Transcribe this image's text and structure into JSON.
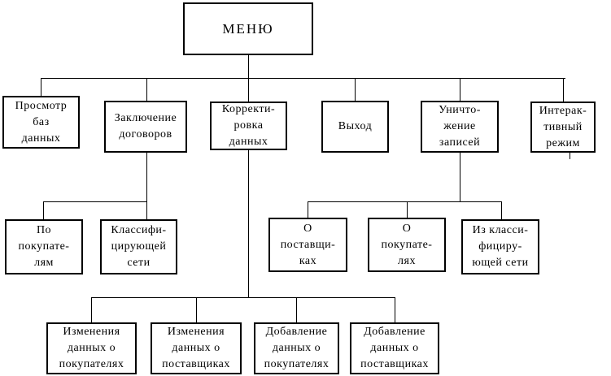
{
  "diagram_title": "МЕНЮ",
  "colors": {
    "background": "#ffffff",
    "line": "#000000",
    "text": "#000000"
  },
  "nodes": {
    "menu": "МЕНЮ",
    "view_databases": "Просмотр\nбаз\nданных",
    "contracts": "Заключение\nдоговоров",
    "correction": "Корректи-\nровка\nданных",
    "exit": "Выход",
    "deletion": "Уничто-\nжение\nзаписей",
    "interactive": "Интерак-\nтивный\nрежим",
    "by_buyers": "По\nпокупате-\nлям",
    "classifying_net": "Классифи-\nцирующей\nсети",
    "about_suppliers": "О\nпоставщи-\nках",
    "about_buyers": "О\nпокупате-\nлях",
    "from_classifying_net": "Из класси-\nфициру-\nющей сети",
    "edit_buyers_data": "Изменения\nданных о\nпокупателях",
    "edit_suppliers_data": "Изменения\nданных о\nпоставщиках",
    "add_buyers_data": "Добавление\nданных о\nпокупателях",
    "add_suppliers_data": "Добавление\nданных о\nпоставщиках"
  }
}
